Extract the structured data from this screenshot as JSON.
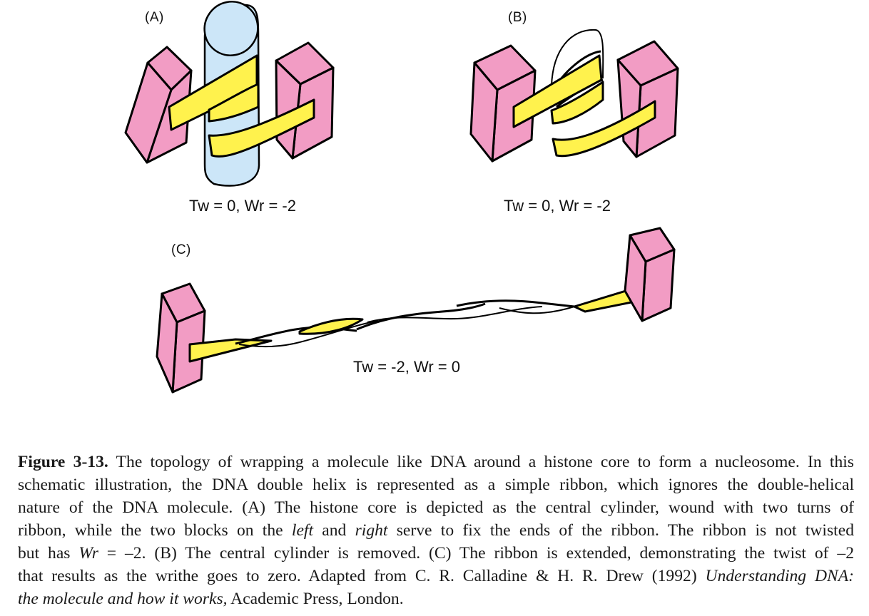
{
  "figure": {
    "colors": {
      "block": "#f29cc4",
      "ribbon": "#fff24d",
      "cylinder": "#cce6f8",
      "outline": "#000000"
    },
    "panels": [
      {
        "id": "A",
        "label": "(A)",
        "equation": "Tw = 0, Wr = -2",
        "description": "Ribbon wound two turns around central histone cylinder, ends fixed in blocks"
      },
      {
        "id": "B",
        "label": "(B)",
        "equation": "Tw = 0, Wr = -2",
        "description": "Central cylinder removed, ribbon coils remain"
      },
      {
        "id": "C",
        "label": "(C)",
        "equation": "Tw = -2, Wr = 0",
        "description": "Ribbon extended between blocks showing twist"
      }
    ]
  },
  "caption": {
    "figure_number": "Figure 3-13.",
    "lines": [
      [
        {
          "t": "Figure 3-13.",
          "s": "b"
        },
        {
          "t": " The topology of wrapping a molecule like DNA around a histone core to form a nucleosome. In this"
        }
      ],
      [
        {
          "t": "schematic illustration, the DNA double helix is represented as a simple ribbon, which ignores the double-helical"
        }
      ],
      [
        {
          "t": "nature of the DNA molecule. (A) The histone core is depicted as the central cylinder, wound with two turns of"
        }
      ],
      [
        {
          "t": "ribbon, while the two blocks on the "
        },
        {
          "t": "left",
          "s": "i"
        },
        {
          "t": " and "
        },
        {
          "t": "right",
          "s": "i"
        },
        {
          "t": " serve to fix the ends of the ribbon. The ribbon is not twisted"
        }
      ],
      [
        {
          "t": "but has "
        },
        {
          "t": "Wr",
          "s": "i"
        },
        {
          "t": " = –2. (B) The central cylinder is removed. (C) The ribbon is extended, demonstrating the twist of –2"
        }
      ],
      [
        {
          "t": "that results as the writhe goes to zero. Adapted from C. R. Calladine & H. R. Drew (1992) "
        },
        {
          "t": "Understanding DNA:",
          "s": "i"
        }
      ],
      [
        {
          "t": "the molecule and how it works,",
          "s": "i"
        },
        {
          "t": " Academic Press, London."
        }
      ]
    ]
  }
}
